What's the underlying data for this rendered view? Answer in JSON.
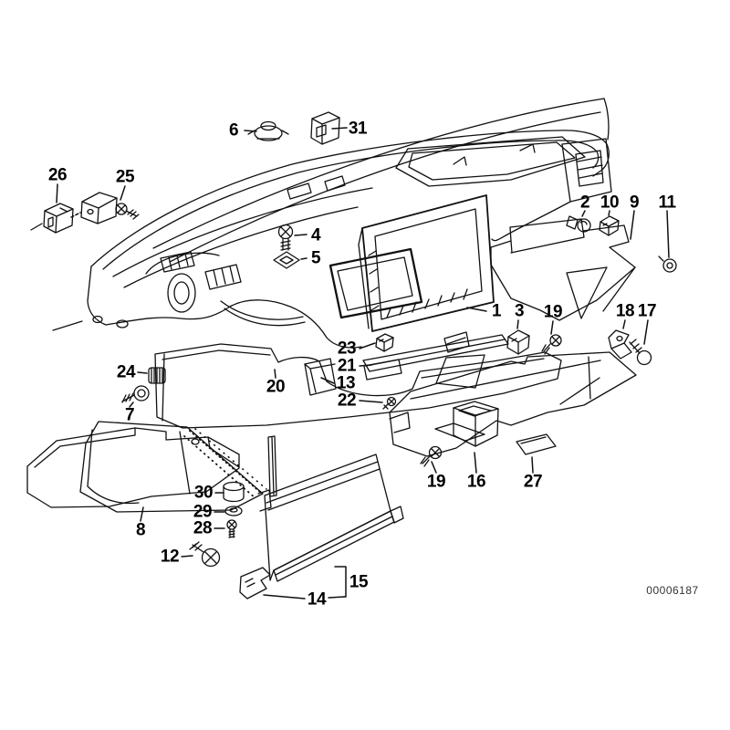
{
  "diagram": {
    "id_code": "00006187",
    "background_color": "#ffffff",
    "line_color": "#111111",
    "callouts": [
      {
        "text": "6"
      },
      {
        "text": "31"
      },
      {
        "text": "26"
      },
      {
        "text": "25"
      },
      {
        "text": "4"
      },
      {
        "text": "5"
      },
      {
        "text": "2"
      },
      {
        "text": "10"
      },
      {
        "text": "9"
      },
      {
        "text": "11"
      },
      {
        "text": "1"
      },
      {
        "text": "3"
      },
      {
        "text": "19"
      },
      {
        "text": "18"
      },
      {
        "text": "17"
      },
      {
        "text": "24"
      },
      {
        "text": "7"
      },
      {
        "text": "20"
      },
      {
        "text": "23"
      },
      {
        "text": "21"
      },
      {
        "text": "13"
      },
      {
        "text": "22"
      },
      {
        "text": "8"
      },
      {
        "text": "30"
      },
      {
        "text": "29"
      },
      {
        "text": "28"
      },
      {
        "text": "12"
      },
      {
        "text": "14"
      },
      {
        "text": "15"
      },
      {
        "text": "19"
      },
      {
        "text": "16"
      },
      {
        "text": "27"
      }
    ]
  }
}
